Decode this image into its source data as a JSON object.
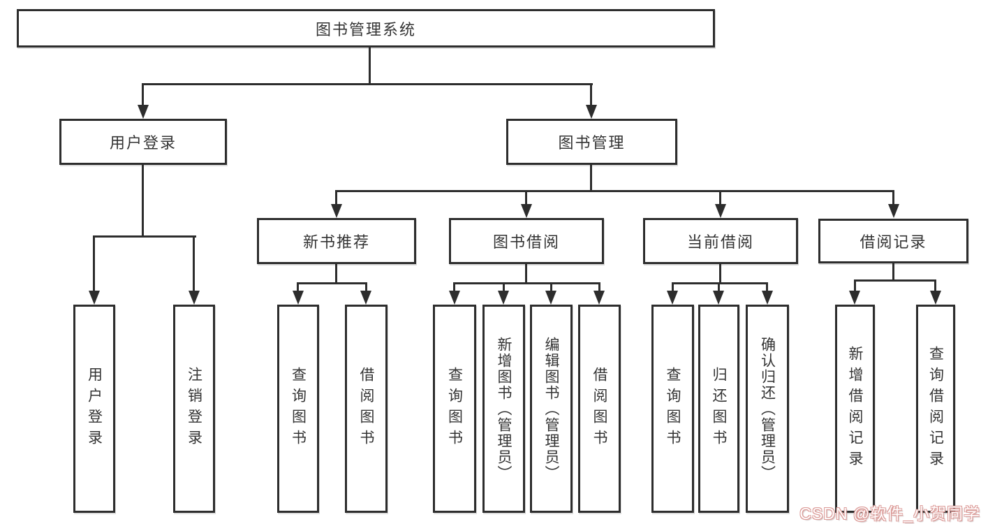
{
  "tree": {
    "root": {
      "label": "图书管理系统"
    },
    "level1": [
      {
        "label": "用户登录"
      },
      {
        "label": "图书管理"
      }
    ],
    "level2": [
      {
        "label": "新书推荐",
        "parent": "图书管理"
      },
      {
        "label": "图书借阅",
        "parent": "图书管理"
      },
      {
        "label": "当前借阅",
        "parent": "图书管理"
      },
      {
        "label": "借阅记录",
        "parent": "图书管理"
      }
    ],
    "leaves": [
      {
        "label": "用户登录",
        "parent": "用户登录"
      },
      {
        "label": "注销登录",
        "parent": "用户登录"
      },
      {
        "label": "查询图书",
        "parent": "新书推荐"
      },
      {
        "label": "借阅图书",
        "parent": "新书推荐"
      },
      {
        "label": "查询图书",
        "parent": "图书借阅"
      },
      {
        "label": "新增图书（管理员）",
        "parent": "图书借阅"
      },
      {
        "label": "编辑图书（管理员）",
        "parent": "图书借阅"
      },
      {
        "label": "借阅图书",
        "parent": "图书借阅"
      },
      {
        "label": "查询图书",
        "parent": "当前借阅"
      },
      {
        "label": "归还图书",
        "parent": "当前借阅"
      },
      {
        "label": "确认归还（管理员）",
        "parent": "当前借阅"
      },
      {
        "label": "新增借阅记录",
        "parent": "借阅记录"
      },
      {
        "label": "查询借阅记录",
        "parent": "借阅记录"
      }
    ]
  },
  "watermark": {
    "text": "CSDN @软件_小贺同学"
  },
  "colors": {
    "line": "#2d2d2d",
    "box_border": "#2d2d2d",
    "text": "#333333",
    "background": "#ffffff",
    "watermark_outline": "#dc9a97",
    "watermark_fill": "#ffffff"
  }
}
